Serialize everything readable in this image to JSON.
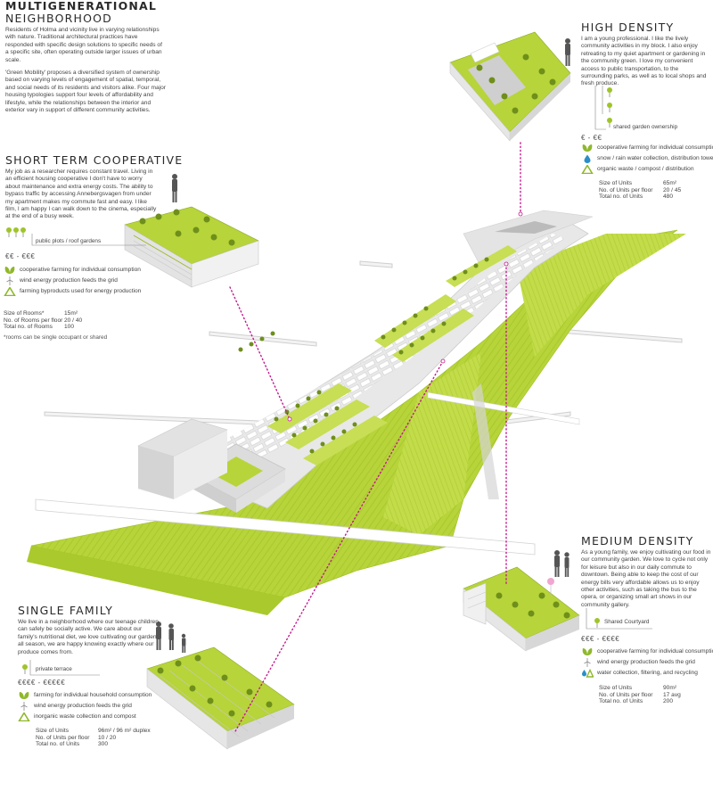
{
  "colors": {
    "green": "#b5d334",
    "green_dark": "#7fa41c",
    "tree": "#6e8f1a",
    "gray": "#d9d9d9",
    "magenta": "#c2188c",
    "water": "#2a8fc8",
    "recycle": "#8fb82a"
  },
  "intro": {
    "title_line1": "MULTIGENERATIONAL",
    "title_line2": "NEIGHBORHOOD",
    "para1": "Residents of Holma and vicinity live in varying relationships with nature. Traditional architectural practices have responded with specific design solutions to specific needs of a specific site, often operating outside larger issues of urban scale.",
    "para2": "'Green Mobility' proposes a diversified system of ownership based on varying levels of engagement of spatial, temporal, and social needs of its residents and visitors alike. Four major housing typologies support four levels of affordability and lifestyle, while the relationships between the interior and exterior vary in support of different community activities."
  },
  "short_term": {
    "title": "SHORT TERM COOPERATIVE",
    "text": "My job as a researcher requires constant travel. Living in an efficient housing cooperative I don't have to worry about maintenance and extra energy costs. The ability to bypass traffic by accessing Annebergsvagen from under my apartment makes my commute fast and easy. I like film, I am happy I can walk down to the cinema, especially at the end of a busy week.",
    "garden_label": "public plots / roof gardens",
    "price": "€€ - €€€",
    "legend": [
      "cooperative farming for individual consumption",
      "wind energy production feeds the grid",
      "farming byproducts used for energy production"
    ],
    "stats": [
      {
        "label": "Size of Rooms*",
        "value": "15m²"
      },
      {
        "label": "No. of Rooms per floor",
        "value": "20 / 40"
      },
      {
        "label": "Total no. of Rooms",
        "value": "100"
      }
    ],
    "note": "*rooms can be single occupant or shared"
  },
  "high_density": {
    "title": "HIGH DENSITY",
    "text": "I am a young professional. I like the lively community activities in my block. I also enjoy retreating to my quiet apartment or gardening in the community green. I love my convenient access to public transportation, to the surrounding parks, as well as to local shops and fresh produce.",
    "garden_label": "shared garden ownership",
    "price": "€ - €€",
    "legend": [
      "cooperative farming for individual consumption",
      "snow / rain water collection, distribution tower",
      "organic waste / compost / distribution"
    ],
    "stats": [
      {
        "label": "Size of Units",
        "value": "65m²"
      },
      {
        "label": "No. of Units per floor",
        "value": "20 / 45"
      },
      {
        "label": "Total no. of Units",
        "value": "480"
      }
    ]
  },
  "medium_density": {
    "title": "MEDIUM DENSITY",
    "text": "As a young family, we enjoy cultivating our food in our community garden. We love to cycle not only for leisure but also in our daily commute to downtown. Being able to keep the cost of our energy bills very affordable allows us to enjoy other activities, such as taking the bus to the opera, or organizing small art shows in our community gallery.",
    "garden_label": "Shared Courtyard",
    "price": "€€€ - €€€€",
    "legend": [
      "cooperative farming for individual consumption",
      "wind energy production feeds the grid",
      "water collection, filtering, and recycling"
    ],
    "stats": [
      {
        "label": "Size of Units",
        "value": "90m²"
      },
      {
        "label": "No. of Units per floor",
        "value": "17 avg"
      },
      {
        "label": "Total no. of Units",
        "value": "200"
      }
    ]
  },
  "single_family": {
    "title": "SINGLE FAMILY",
    "text": "We live in a neighborhood where our teenage children can safely be socially active. We care about our family's nutritional diet, we love cultivating our garden all season, we are happy knowing exactly where our produce comes from.",
    "garden_label": "private terrace",
    "price": "€€€€ - €€€€€",
    "legend": [
      "farming for individual household consumption",
      "wind energy production feeds the grid",
      "inorganic waste collection and compost"
    ],
    "stats": [
      {
        "label": "Size of Units",
        "value": "96m² / 96 m² duplex"
      },
      {
        "label": "No. of Units per floor",
        "value": "10 / 20"
      },
      {
        "label": "Total no. of Units",
        "value": "300"
      }
    ]
  }
}
